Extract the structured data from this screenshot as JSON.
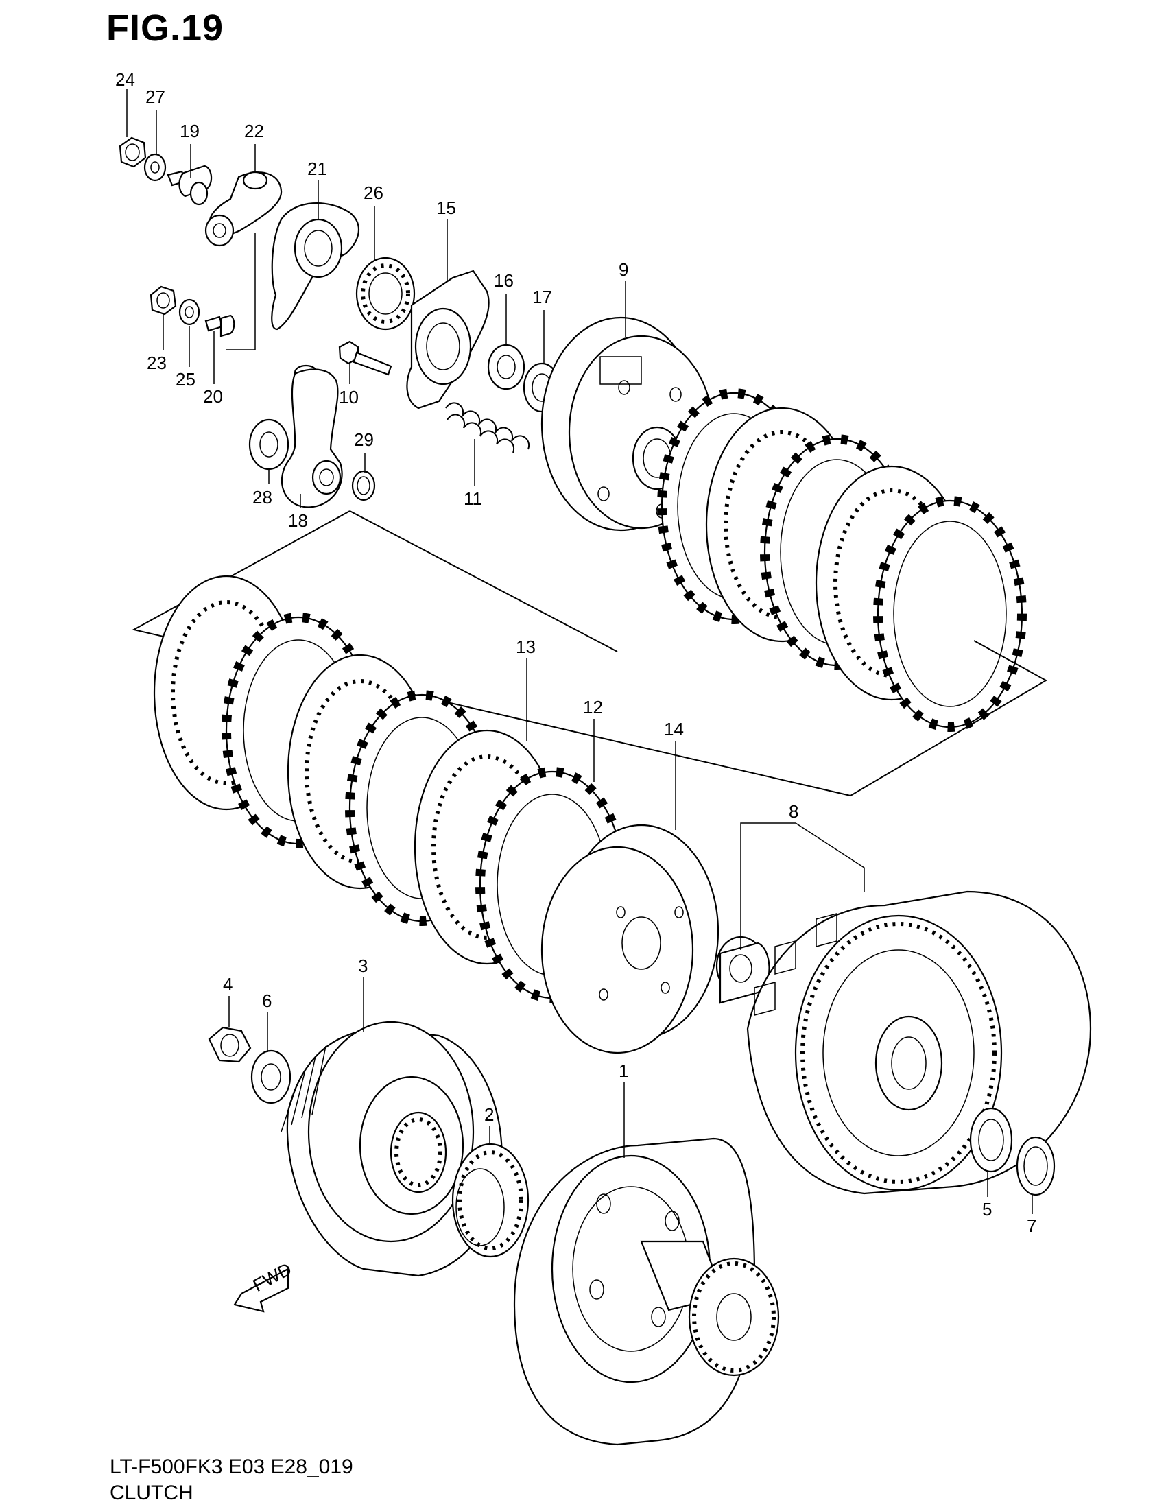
{
  "figure": {
    "title": "FIG.19",
    "model_code": "LT-F500FK3 E03 E28_019",
    "section_name": "CLUTCH",
    "fwd_label": "FWD"
  },
  "callouts": {
    "p1": "1",
    "p2": "2",
    "p3": "3",
    "p4": "4",
    "p5": "5",
    "p6": "6",
    "p7": "7",
    "p8": "8",
    "p9": "9",
    "p10": "10",
    "p11": "11",
    "p12": "12",
    "p13": "13",
    "p14": "14",
    "p15": "15",
    "p16": "16",
    "p17": "17",
    "p18": "18",
    "p19": "19",
    "p20": "20",
    "p21": "21",
    "p22": "22",
    "p23": "23",
    "p24": "24",
    "p25": "25",
    "p26": "26",
    "p27": "27",
    "p28": "28",
    "p29": "29"
  }
}
